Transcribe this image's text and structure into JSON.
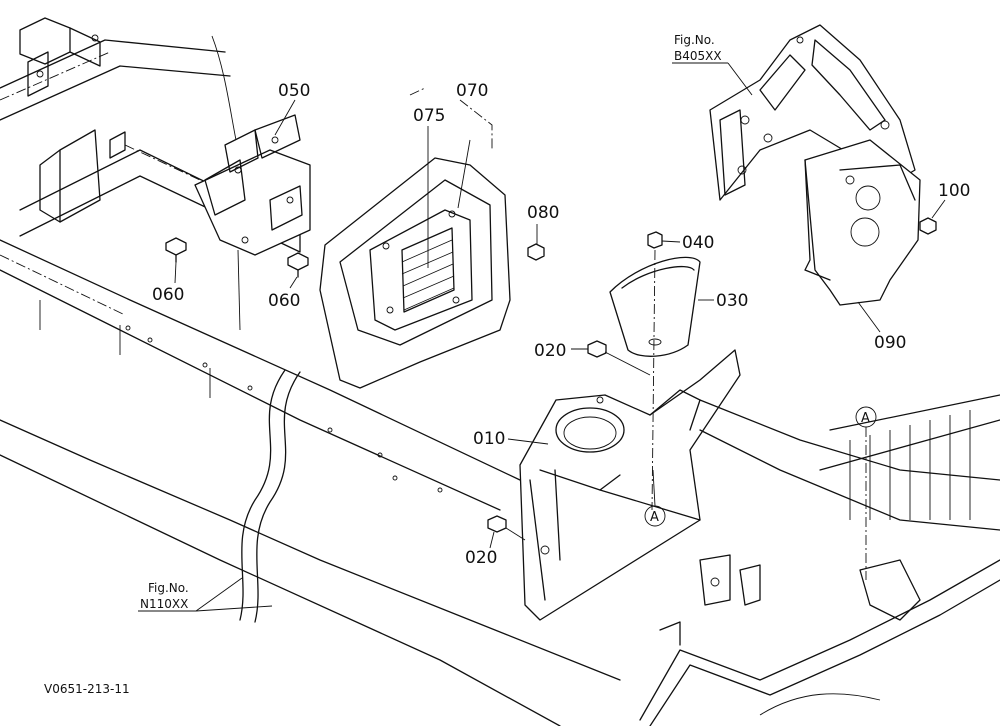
{
  "parts": {
    "p010": "010",
    "p020a": "020",
    "p020b": "020",
    "p030": "030",
    "p040": "040",
    "p050": "050",
    "p060a": "060",
    "p060b": "060",
    "p070": "070",
    "p075": "075",
    "p080": "080",
    "p090": "090",
    "p100": "100"
  },
  "refs": {
    "fig_b_label": "Fig.No.",
    "fig_b_no": "B405XX",
    "fig_n_label": "Fig.No.",
    "fig_n_no": "N110XX",
    "circle_a1": "A",
    "circle_a2": "A"
  },
  "footer": {
    "drawing_id": "V0651-213-11"
  }
}
